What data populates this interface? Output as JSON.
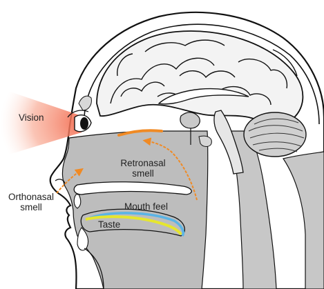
{
  "labels": {
    "vision": "Vision",
    "retronasal_line1": "Retronasal",
    "retronasal_line2": "smell",
    "orthonasal_line1": "Orthonasal",
    "orthonasal_line2": "smell",
    "mouth_feel": "Mouth feel",
    "taste": "Taste"
  },
  "colors": {
    "vision_glow": "#f26a4f",
    "smell_arrow": "#f08a24",
    "mouth_feel_line": "#5ab4e6",
    "taste_line": "#e6e62e",
    "tissue_gray": "#bdbdbd",
    "outline": "#111111"
  },
  "icons": {
    "eye": "eye-icon",
    "brain": "brain-illustration",
    "cerebellum": "cerebellum-illustration"
  }
}
